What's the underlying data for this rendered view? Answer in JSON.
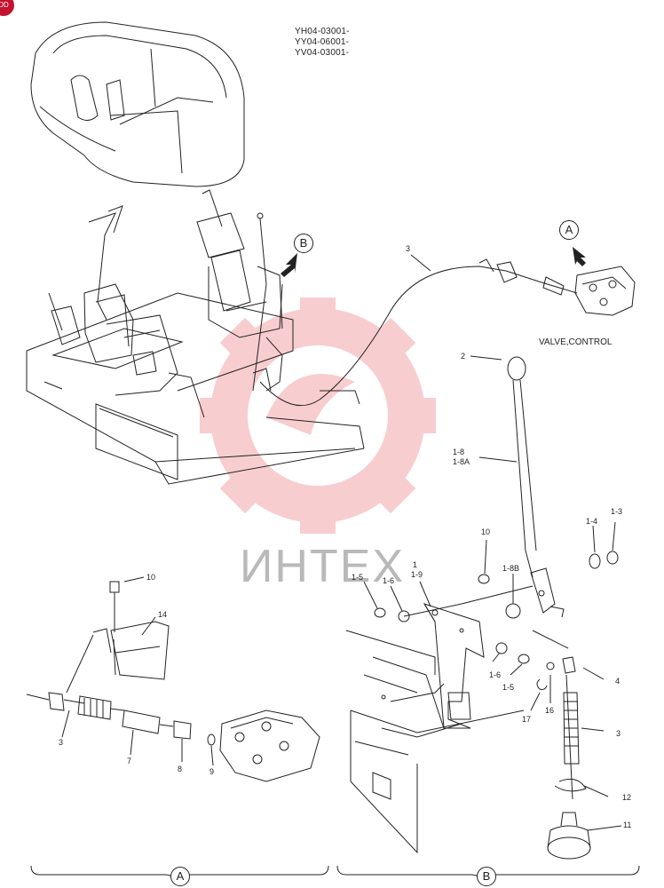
{
  "badge": "DD",
  "serials": [
    "YH04-03001-",
    "YY04-06001-",
    "YV04-03001-"
  ],
  "watermark": "ИНТЕХ",
  "view_markers": {
    "a": "A",
    "b": "B"
  },
  "valve_label": "VALVE,CONTROL",
  "callouts": {
    "c3_top": "3",
    "c2": "2",
    "c1_8": "1-8",
    "c1_8a": "1-8A",
    "c10_a": "10",
    "c14": "14",
    "c3_a": "3",
    "c7": "7",
    "c8": "8",
    "c9": "9",
    "c10_b": "10",
    "c1": "1",
    "c1_9": "1-9",
    "c1_5_top": "1-5",
    "c1_6_top": "1-6",
    "c1_8b": "1-8B",
    "c1_4": "1-4",
    "c1_3": "1-3",
    "c1_6_bot": "1-6",
    "c1_5_bot": "1-5",
    "c4": "4",
    "c17": "17",
    "c16": "16",
    "c3_b": "3",
    "c12": "12",
    "c11": "11"
  },
  "colors": {
    "line": "#222222",
    "watermark_gear": "#f4a6a8",
    "badge": "#c4122f"
  }
}
